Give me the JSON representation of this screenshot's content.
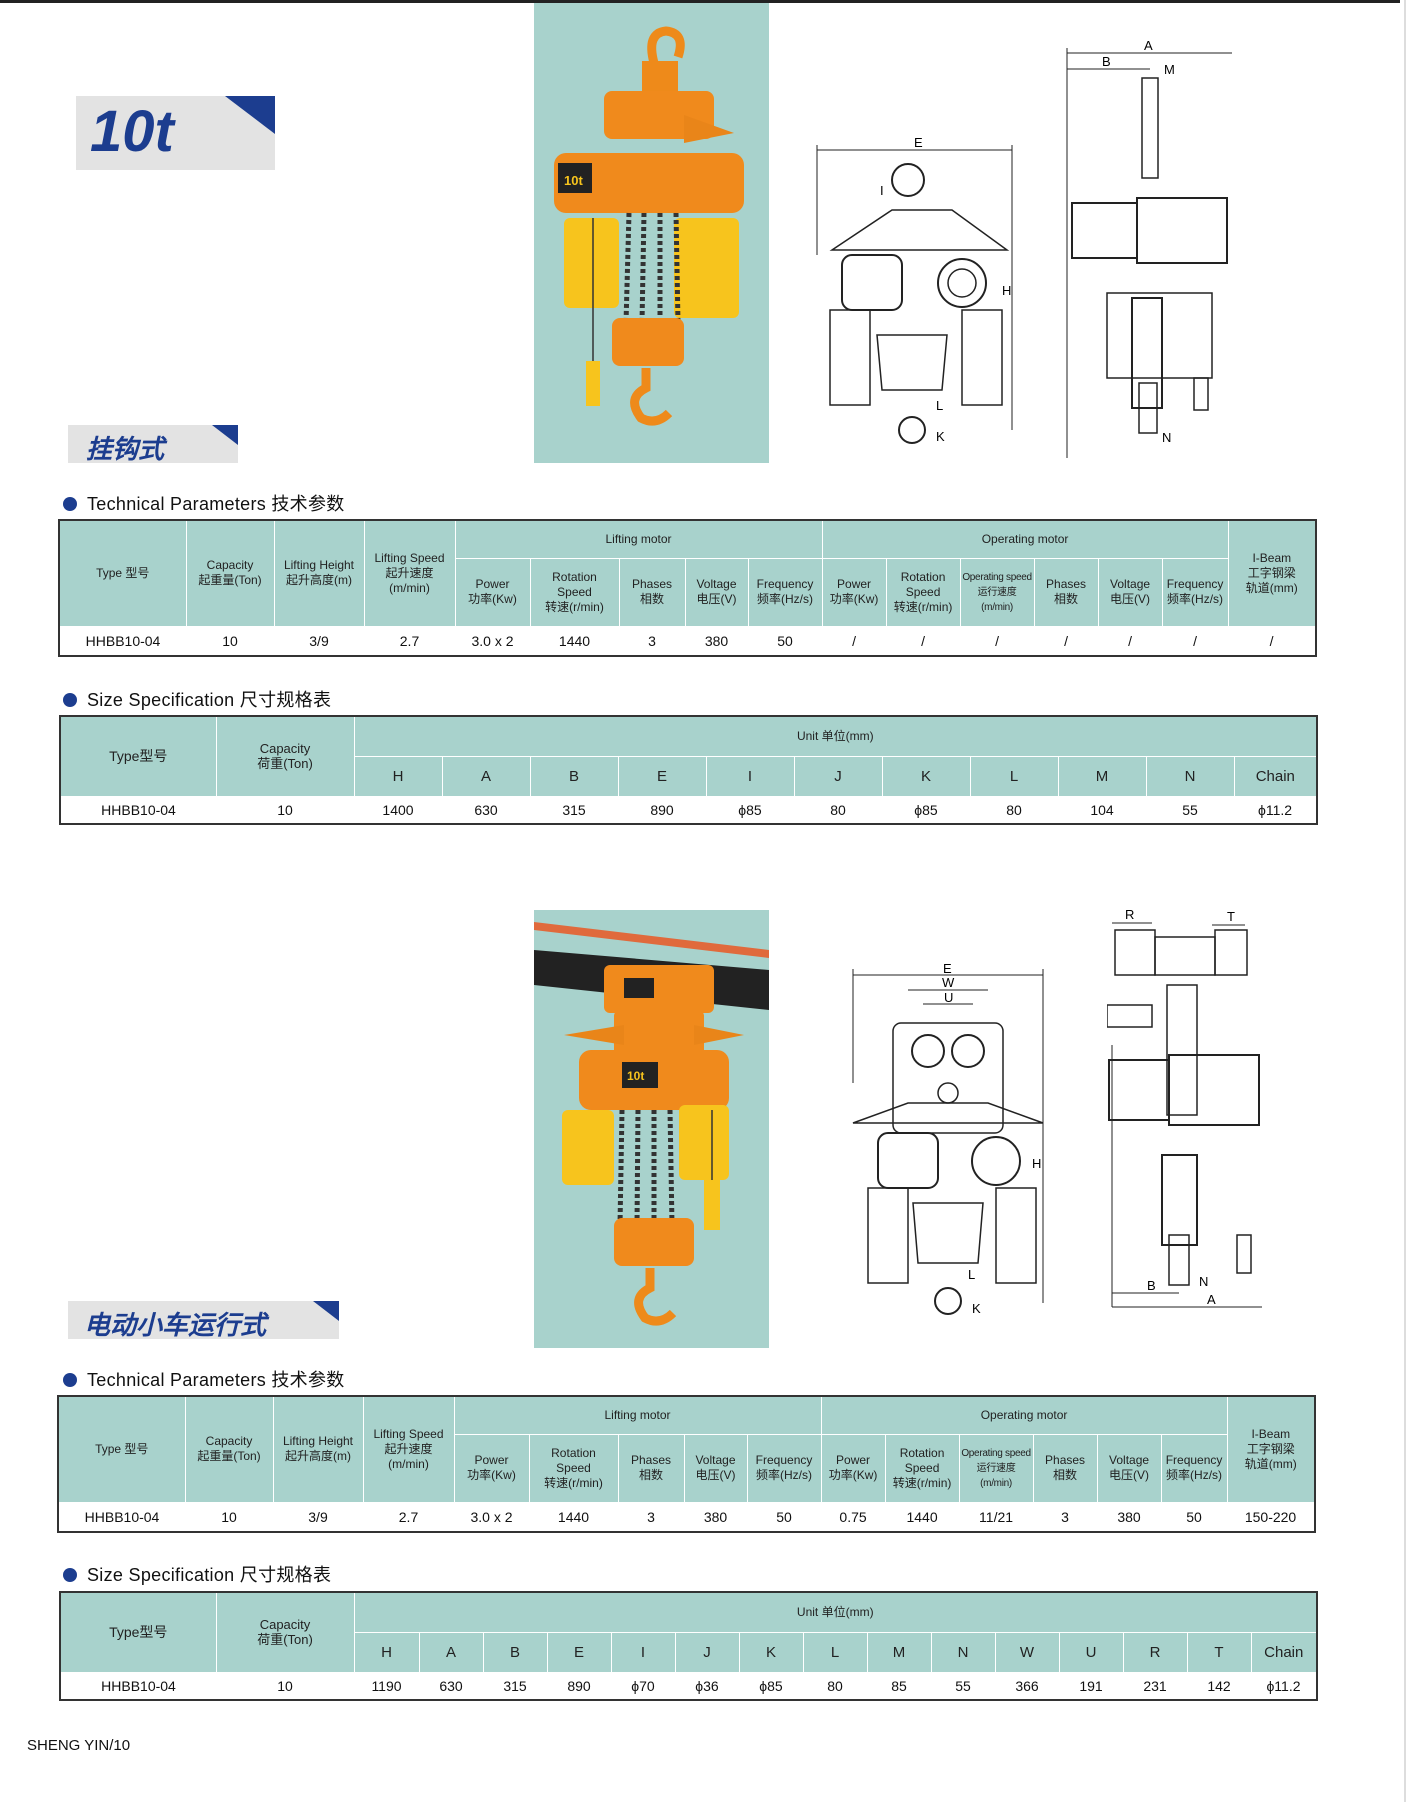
{
  "header": {
    "capacity_badge": "10t"
  },
  "section1": {
    "name": "挂钩式",
    "tech_title": "Technical Parameters 技术参数",
    "size_title": "Size Specification 尺寸规格表",
    "dims": {
      "A": "A",
      "B": "B",
      "M": "M",
      "E": "E",
      "I": "I",
      "H": "H",
      "L": "L",
      "K": "K",
      "N": "N"
    }
  },
  "section2": {
    "name": "电动小车运行式",
    "tech_title": "Technical Parameters 技术参数",
    "size_title": "Size Specification 尺寸规格表",
    "dims": {
      "R": "R",
      "T": "T",
      "E": "E",
      "W": "W",
      "U": "U",
      "H": "H",
      "L": "L",
      "K": "K",
      "N": "N",
      "B": "B",
      "A": "A"
    }
  },
  "tech_headers": {
    "type": "Type 型号",
    "capacity": [
      "Capacity",
      "起重量(Ton)"
    ],
    "lifting_height": [
      "Lifting Height",
      "起升高度(m)"
    ],
    "lifting_speed": [
      "Lifting Speed",
      "起升速度",
      "(m/min)"
    ],
    "lifting_motor": "Lifting motor",
    "operating_motor": "Operating motor",
    "power": [
      "Power",
      "功率(Kw)"
    ],
    "rotation": [
      "Rotation",
      "Speed",
      "转速(r/min)"
    ],
    "phases": [
      "Phases",
      "相数"
    ],
    "voltage": [
      "Voltage",
      "电压(V)"
    ],
    "frequency": [
      "Frequency",
      "频率(Hz/s)"
    ],
    "operating_speed": [
      "Operating speed",
      "运行速度",
      "(m/min)"
    ],
    "ibeam": [
      "I-Beam",
      "工字钢梁",
      "轨道(mm)"
    ]
  },
  "size_headers": {
    "type": "Type型号",
    "capacity": [
      "Capacity",
      "荷重(Ton)"
    ],
    "unit": "Unit 单位(mm)"
  },
  "tech1": [
    "HHBB10-04",
    "10",
    "3/9",
    "2.7",
    "3.0 x 2",
    "1440",
    "3",
    "380",
    "50",
    "/",
    "/",
    "/",
    "/",
    "/",
    "/",
    "/"
  ],
  "size1": {
    "cols": [
      "H",
      "A",
      "B",
      "E",
      "I",
      "J",
      "K",
      "L",
      "M",
      "N",
      "Chain"
    ],
    "row": [
      "HHBB10-04",
      "10",
      "1400",
      "630",
      "315",
      "890",
      "ϕ85",
      "80",
      "ϕ85",
      "80",
      "104",
      "55",
      "ϕ11.2"
    ]
  },
  "tech2": [
    "HHBB10-04",
    "10",
    "3/9",
    "2.7",
    "3.0 x 2",
    "1440",
    "3",
    "380",
    "50",
    "0.75",
    "1440",
    "11/21",
    "3",
    "380",
    "50",
    "150-220"
  ],
  "size2": {
    "cols": [
      "H",
      "A",
      "B",
      "E",
      "I",
      "J",
      "K",
      "L",
      "M",
      "N",
      "W",
      "U",
      "R",
      "T",
      "Chain"
    ],
    "row": [
      "HHBB10-04",
      "10",
      "1190",
      "630",
      "315",
      "890",
      "ϕ70",
      "ϕ36",
      "ϕ85",
      "80",
      "85",
      "55",
      "366",
      "191",
      "231",
      "142",
      "ϕ11.2"
    ]
  },
  "footer": "SHENG YIN/10",
  "colors": {
    "accent": "#1c3d8f",
    "table_header": "#a8d2cc",
    "hoist_orange": "#f08a1c",
    "hoist_yellow": "#f7c41d"
  }
}
